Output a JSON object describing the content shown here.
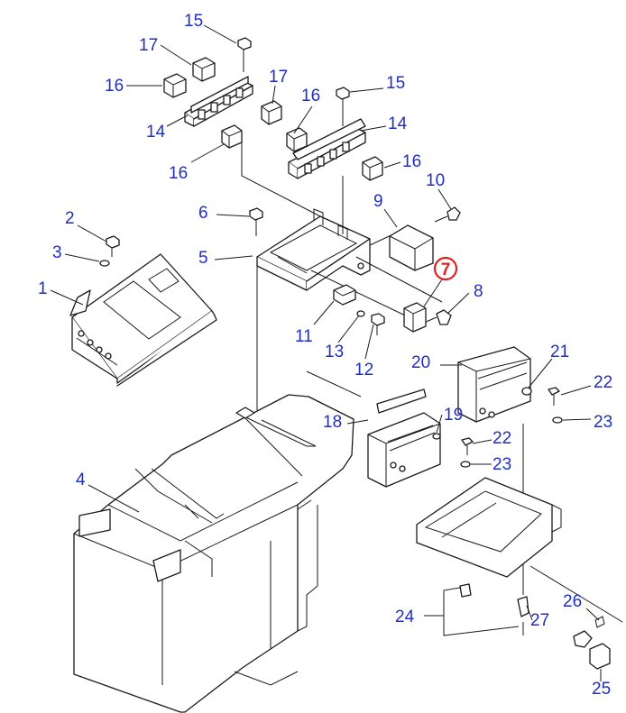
{
  "diagram": {
    "callouts": {
      "c1": "1",
      "c2": "2",
      "c3": "3",
      "c4": "4",
      "c5": "5",
      "c6": "6",
      "c7": "7",
      "c8": "8",
      "c9": "9",
      "c10": "10",
      "c11": "11",
      "c12": "12",
      "c13": "13",
      "c14a": "14",
      "c14b": "14",
      "c15a": "15",
      "c15b": "15",
      "c16a": "16",
      "c16b": "16",
      "c16c": "16",
      "c16d": "16",
      "c17a": "17",
      "c17b": "17",
      "c18": "18",
      "c19": "19",
      "c20": "20",
      "c21": "21",
      "c22a": "22",
      "c22b": "22",
      "c23a": "23",
      "c23b": "23",
      "c24": "24",
      "c25": "25",
      "c26": "26",
      "c27": "27"
    },
    "highlighted_part": "7",
    "colors": {
      "callout": "#1f2fc4",
      "highlight": "#e02020",
      "line": "#1a1a1a"
    }
  }
}
